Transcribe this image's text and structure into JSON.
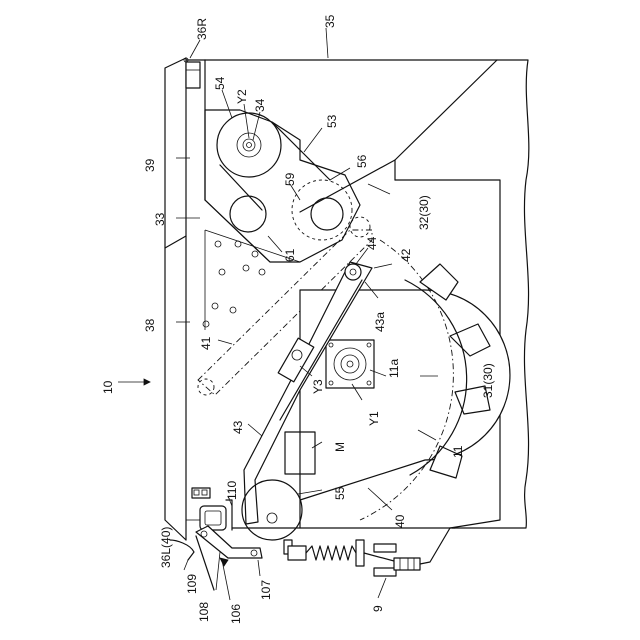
{
  "figure": {
    "labels": {
      "l36R": "36R",
      "l35": "35",
      "l54": "54",
      "lY2": "Y2",
      "l34": "34",
      "l53": "53",
      "l39": "39",
      "l56": "56",
      "l59": "59",
      "l32": "32(30)",
      "l33": "33",
      "l61": "61",
      "l44": "44",
      "l42": "42",
      "l43a": "43a",
      "l38": "38",
      "l41": "41",
      "l11a": "11a",
      "l31": "31(30)",
      "lY3": "Y3",
      "lY1": "Y1",
      "l10": "10",
      "l43": "43",
      "lM": "M",
      "l11": "11",
      "l110": "110",
      "l55": "55",
      "l36L": "36L(40)",
      "l40": "40",
      "l109": "109",
      "l107": "107",
      "l108": "108",
      "l106": "106",
      "l9": "9"
    }
  }
}
